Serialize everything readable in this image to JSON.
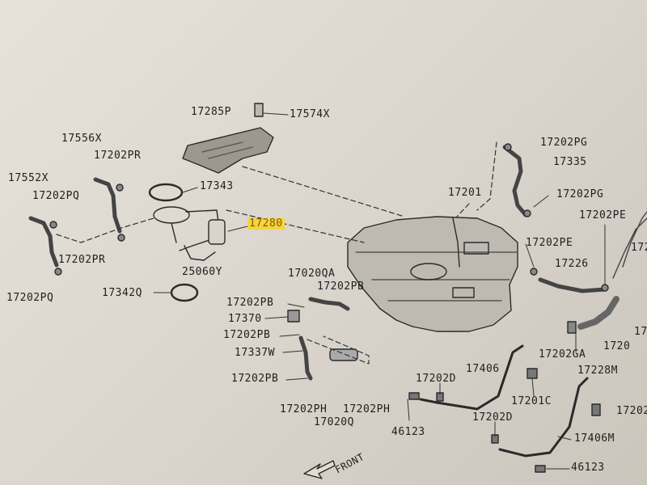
{
  "labels": {
    "p17285P": "17285P",
    "p17574X": "17574X",
    "p17556X": "17556X",
    "p17202PR_top": "17202PR",
    "p17552X": "17552X",
    "p17202PQ_top": "17202PQ",
    "p17343": "17343",
    "p17280": "17280",
    "p17202PR_bottom": "17202PR",
    "p25060Y": "25060Y",
    "p17202PQ_bottom": "17202PQ",
    "p17342Q": "17342Q",
    "p17020QA": "17020QA",
    "p17202PB_1": "17202PB",
    "p17202PB_2": "17202PB",
    "p17370": "17370",
    "p17202PB_3": "17202PB",
    "p17337W": "17337W",
    "p17202PB_4": "17202PB",
    "p17202PH_1": "17202PH",
    "p17202PH_2": "17202PH",
    "p17020Q": "17020Q",
    "p46123_1": "46123",
    "p17202D_1": "17202D",
    "p17406": "17406",
    "p17201C": "17201C",
    "p17202D_2": "17202D",
    "p17406M": "17406M",
    "p46123_2": "46123",
    "p17201": "17201",
    "p17202PG_1": "17202PG",
    "p17335": "17335",
    "p17202PG_2": "17202PG",
    "p17202PE_1": "17202PE",
    "p17202PE_2": "17202PE",
    "p17226": "17226",
    "p17202GA": "17202GA",
    "p17228M": "17228M",
    "p17202_right": "17202",
    "p172_edge": "172",
    "p17_edge": "17",
    "p1720_edge": "1720",
    "front": "FRONT"
  },
  "highlight_color": "#f6d43a"
}
